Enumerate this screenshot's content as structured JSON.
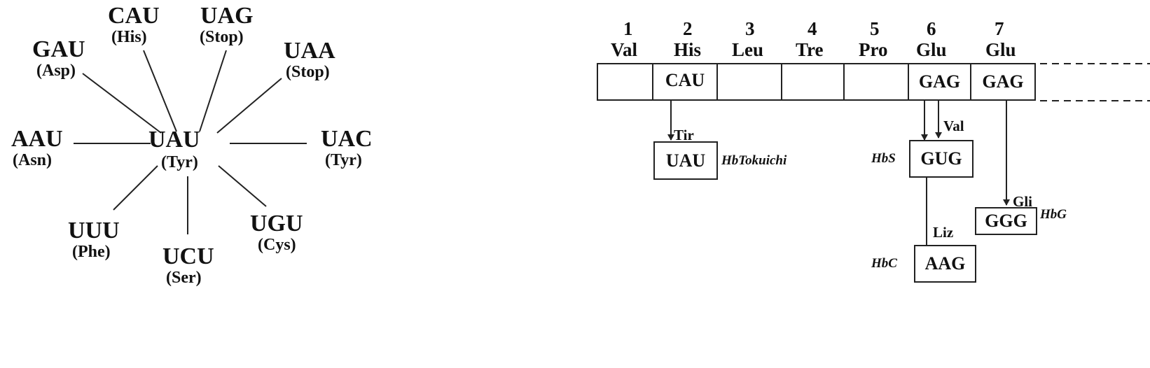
{
  "wheel": {
    "center": {
      "codon": "UAU",
      "aa": "(Tyr)"
    },
    "spokes": [
      {
        "codon": "CAU",
        "aa": "(His)"
      },
      {
        "codon": "UAG",
        "aa": "(Stop)"
      },
      {
        "codon": "UAA",
        "aa": "(Stop)"
      },
      {
        "codon": "UAC",
        "aa": "(Tyr)"
      },
      {
        "codon": "UGU",
        "aa": "(Cys)"
      },
      {
        "codon": "UCU",
        "aa": "(Ser)"
      },
      {
        "codon": "UUU",
        "aa": "(Phe)"
      },
      {
        "codon": "AAU",
        "aa": "(Asn)"
      },
      {
        "codon": "GAU",
        "aa": "(Asp)"
      }
    ]
  },
  "chain": {
    "positions": [
      {
        "num": "1",
        "aa": "Val",
        "codon": ""
      },
      {
        "num": "2",
        "aa": "His",
        "codon": "CAU"
      },
      {
        "num": "3",
        "aa": "Leu",
        "codon": ""
      },
      {
        "num": "4",
        "aa": "Tre",
        "codon": ""
      },
      {
        "num": "5",
        "aa": "Pro",
        "codon": ""
      },
      {
        "num": "6",
        "aa": "Glu",
        "codon": "GAG"
      },
      {
        "num": "7",
        "aa": "Glu",
        "codon": "GAG"
      }
    ]
  },
  "mutations": {
    "tokuichi": {
      "aa": "Tir",
      "codon": "UAU",
      "name": "HbTokuichi"
    },
    "hbs": {
      "aa": "Val",
      "codon": "GUG",
      "name": "HbS"
    },
    "hbc": {
      "aa": "Liz",
      "codon": "AAG",
      "name": "HbC"
    },
    "hbg": {
      "aa": "Gli",
      "codon": "GGG",
      "name": "HbG"
    }
  }
}
